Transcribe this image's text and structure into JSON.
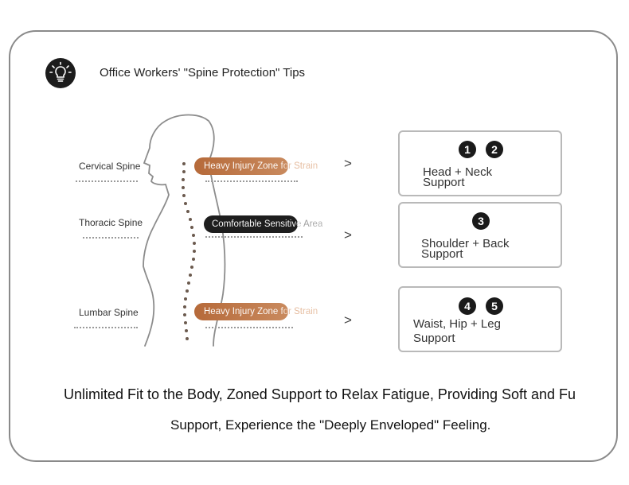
{
  "header": {
    "icon": "lightbulb-icon",
    "title": "Office Workers' \"Spine Protection\" Tips"
  },
  "spine": {
    "cervical": {
      "label": "Cervical Spine",
      "zone": "Heavy Injury Zone for Strain"
    },
    "thoracic": {
      "label": "Thoracic Spine",
      "zone": "Comfortable Sensitive Area"
    },
    "lumbar": {
      "label": "Lumbar Spine",
      "zone": "Heavy Injury Zone for Strain"
    }
  },
  "arrow_glyph": ">",
  "supports": [
    {
      "numbers": [
        "1",
        "2"
      ],
      "line1": "Head + Neck",
      "line2": "Support"
    },
    {
      "numbers": [
        "3"
      ],
      "line1": "Shoulder + Back",
      "line2": "Support"
    },
    {
      "numbers": [
        "4",
        "5"
      ],
      "line1": "Waist, Hip + Leg",
      "line2": "Support"
    }
  ],
  "footer": {
    "line1": "Unlimited Fit to the Body, Zoned Support to Relax Fatigue, Providing Soft and Fu",
    "line2": "Support, Experience the \"Deeply Enveloped\" Feeling."
  },
  "colors": {
    "orange_zone": "#b66a3a",
    "dark_zone": "#1e1e1e",
    "border": "#8a8a8a"
  }
}
